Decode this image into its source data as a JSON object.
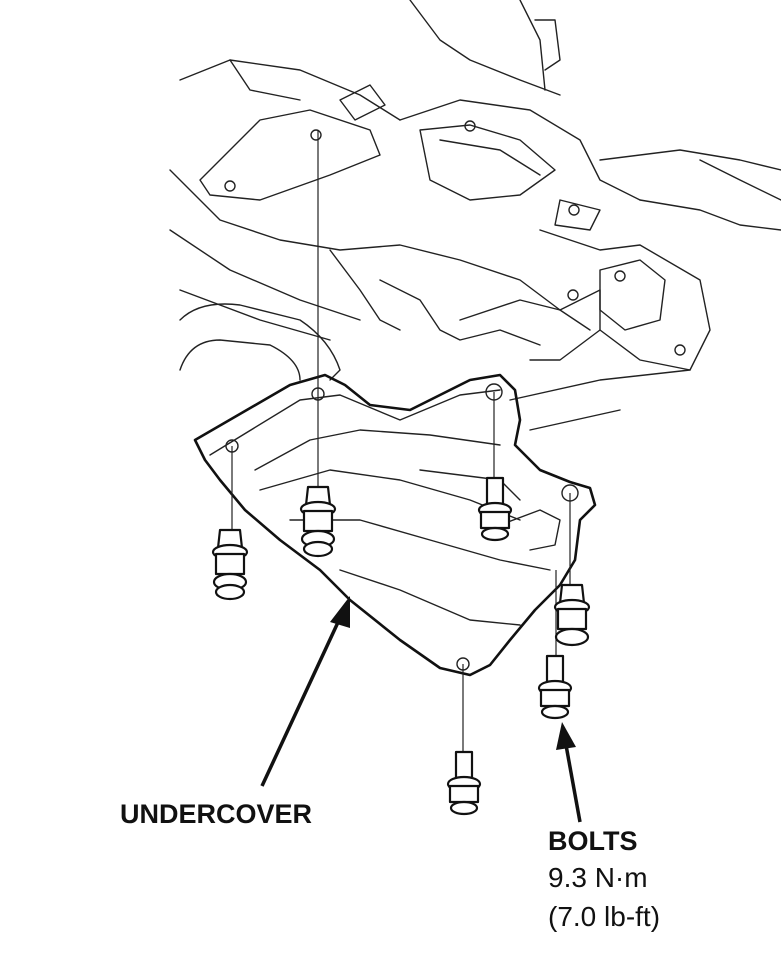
{
  "labels": {
    "undercover": "UNDERCOVER",
    "bolts": "BOLTS",
    "torque_nm": "9.3 N·m",
    "torque_lbft": "(7.0 lb-ft)"
  },
  "colors": {
    "line": "#111111",
    "background": "#ffffff"
  }
}
